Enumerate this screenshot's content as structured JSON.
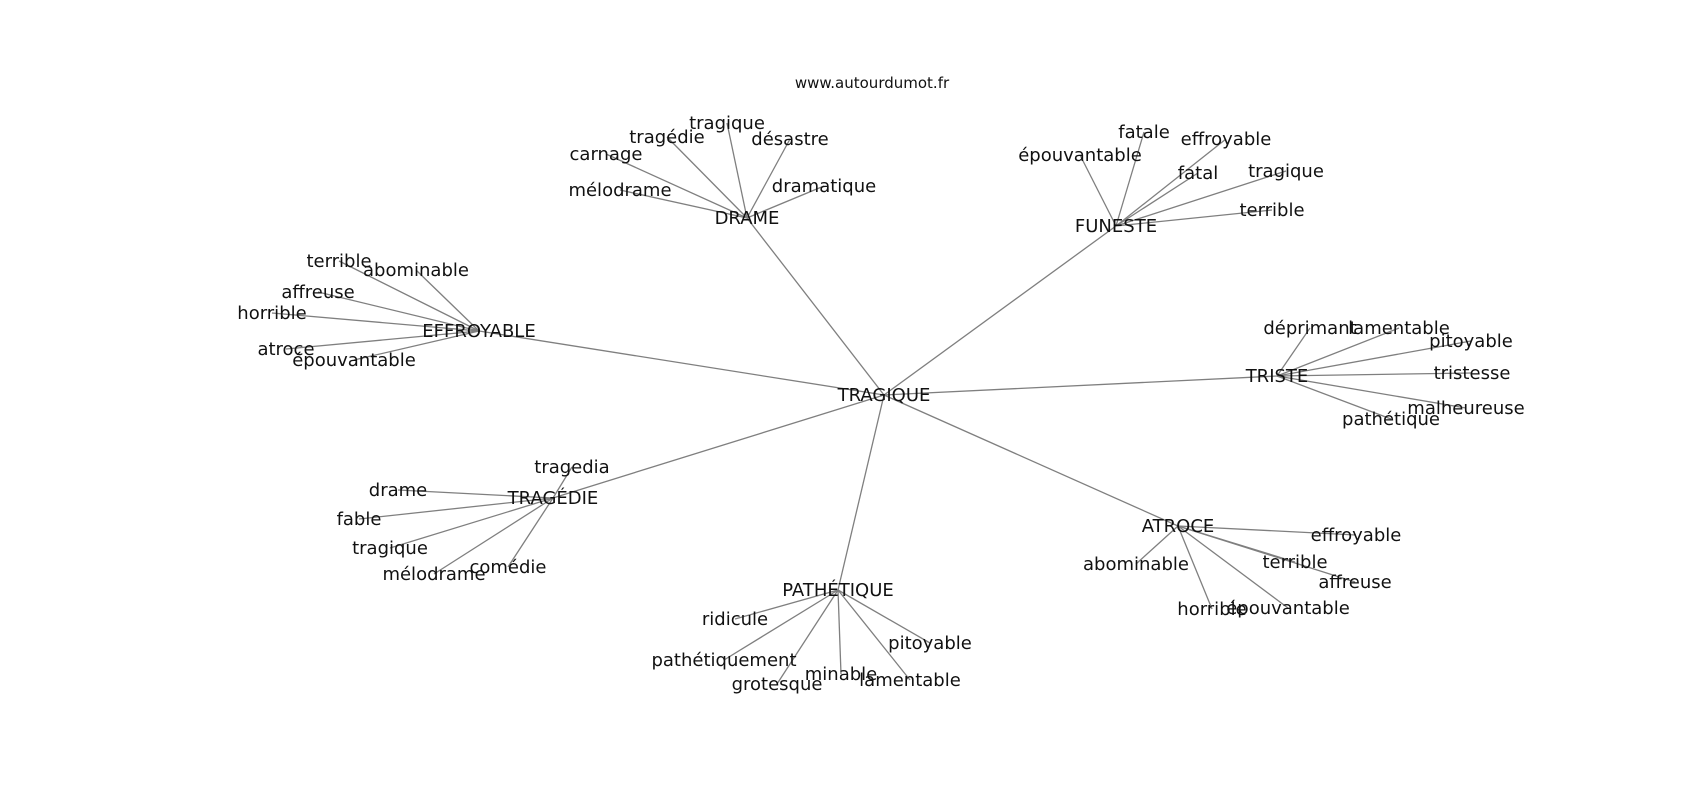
{
  "watermark": "www.autourdumot.fr",
  "graph": {
    "center": "TRAGIQUE",
    "groups": [
      {
        "label": "DRAME",
        "leaves": [
          "tragique",
          "tragédie",
          "désastre",
          "carnage",
          "mélodrame",
          "dramatique"
        ]
      },
      {
        "label": "FUNESTE",
        "leaves": [
          "fatale",
          "effroyable",
          "épouvantable",
          "fatal",
          "tragique",
          "terrible"
        ]
      },
      {
        "label": "EFFROYABLE",
        "leaves": [
          "terrible",
          "abominable",
          "affreuse",
          "horrible",
          "atroce",
          "épouvantable"
        ]
      },
      {
        "label": "TRISTE",
        "leaves": [
          "déprimant",
          "lamentable",
          "pitoyable",
          "tristesse",
          "malheureuse",
          "pathétique"
        ]
      },
      {
        "label": "TRAGÉDIE",
        "leaves": [
          "tragedia",
          "drame",
          "fable",
          "tragique",
          "comédie",
          "mélodrame"
        ]
      },
      {
        "label": "ATROCE",
        "leaves": [
          "effroyable",
          "abominable",
          "terrible",
          "affreuse",
          "épouvantable",
          "horrible"
        ]
      },
      {
        "label": "PATHÉTIQUE",
        "leaves": [
          "ridicule",
          "pitoyable",
          "pathétiquement",
          "minable",
          "lamentable",
          "grotesque"
        ]
      }
    ]
  }
}
